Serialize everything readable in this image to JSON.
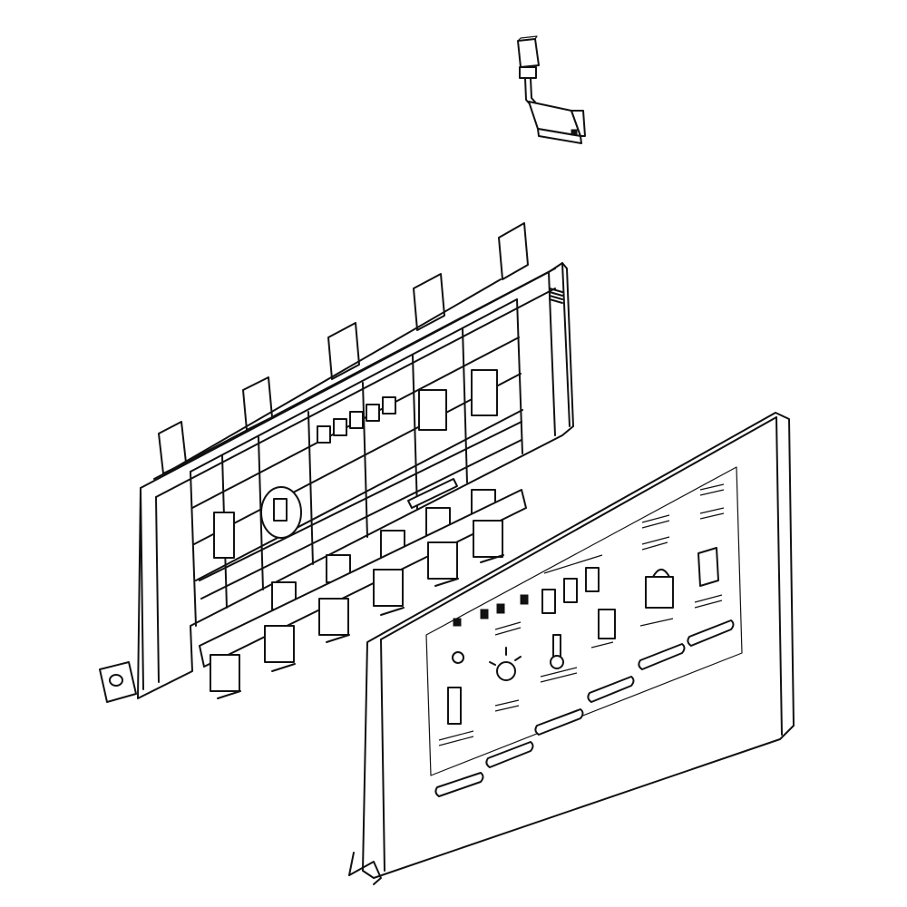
{
  "panel_labels": {
    "lower_filter": "",
    "water_filter": "",
    "ice_maker": "",
    "cubed": "",
    "recommendation": "",
    "liters": "",
    "ounce": "",
    "cup": "",
    "fresh_freezer": "",
    "filter_reset": "",
    "instant_cooling": "",
    "select_lights": "",
    "party_cool": "",
    "alarm_off": "",
    "slim": ""
  },
  "colors": {
    "line": "#111111",
    "background": "#ffffff"
  },
  "parts": [
    {
      "name": "wire-harness-connector",
      "icon": "connector-icon"
    },
    {
      "name": "control-board-housing",
      "icon": "frame-icon"
    },
    {
      "name": "dispenser-control-panel",
      "icon": "panel-icon"
    }
  ]
}
